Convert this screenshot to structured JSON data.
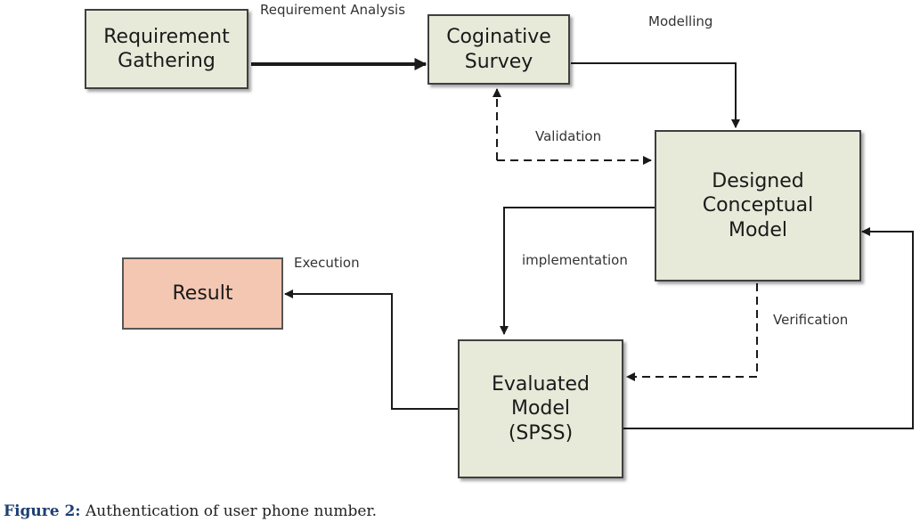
{
  "nodes": {
    "requirement_gathering": "Requirement\nGathering",
    "coginative_survey": "Coginative\nSurvey",
    "designed_conceptual_model": "Designed Conceptual\nModel",
    "evaluated_model": "Evaluated Model\n(SPSS)",
    "result": "Result"
  },
  "edges": {
    "requirement_analysis": "Requirement Analysis",
    "modelling": "Modelling",
    "validation": "Validation",
    "implementation": "implementation",
    "verification": "Verification",
    "execution": "Execution"
  },
  "caption": {
    "label": "Figure 2:",
    "text": " Authentication of user phone number."
  },
  "colors": {
    "box_fill": "#e7ead9",
    "result_fill": "#f4c7b2",
    "line": "#1a1a1a",
    "caption_label": "#1e3f73"
  }
}
